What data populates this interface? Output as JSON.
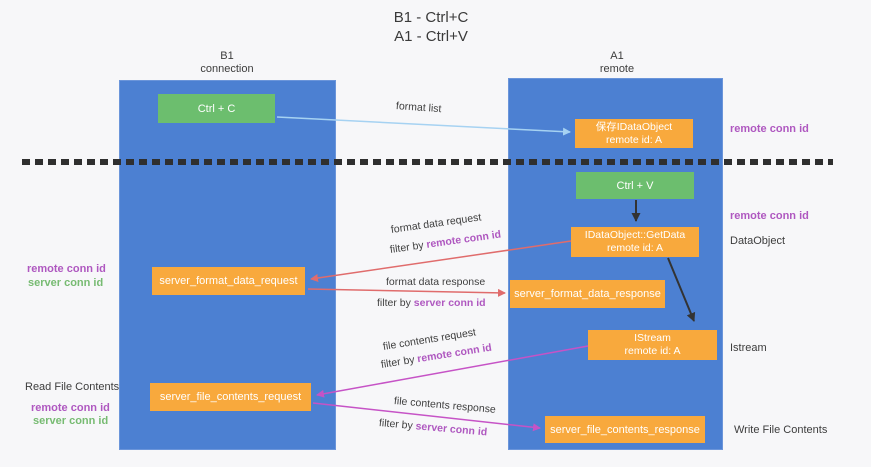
{
  "title": {
    "line1": "B1 - Ctrl+C",
    "line2": "A1 - Ctrl+V"
  },
  "lifelines": {
    "b1": {
      "name": "B1",
      "role": "connection"
    },
    "a1": {
      "name": "A1",
      "role": "remote"
    }
  },
  "nodes": {
    "ctrl_c": {
      "label": "Ctrl + C"
    },
    "ctrl_v": {
      "label": "Ctrl + V"
    },
    "save_dataobject": {
      "line1": "保存IDataObject",
      "line2": "remote id: A"
    },
    "getdata": {
      "line1": "IDataObject::GetData",
      "line2": "remote id: A"
    },
    "istream": {
      "line1": "IStream",
      "line2": "remote id: A"
    },
    "server_format_data_request": {
      "label": "server_format_data_request"
    },
    "server_format_data_response": {
      "label": "server_format_data_response"
    },
    "server_file_contents_request": {
      "label": "server_file_contents_request"
    },
    "server_file_contents_response": {
      "label": "server_file_contents_response"
    }
  },
  "messages": {
    "format_list": {
      "label": "format list"
    },
    "format_data_request": {
      "label": "format data request",
      "filter_prefix": "filter by ",
      "filter_key": "remote conn id"
    },
    "format_data_response": {
      "label": "format data response",
      "filter_prefix": "filter by ",
      "filter_key": "server conn id"
    },
    "file_contents_request": {
      "label": "file contents request",
      "filter_prefix": "filter by ",
      "filter_key": "remote conn id"
    },
    "file_contents_response": {
      "label": "file contents response",
      "filter_prefix": "filter by ",
      "filter_key": "server conn id"
    }
  },
  "annotations": {
    "right": {
      "remote_conn_id_top": "remote conn id",
      "remote_conn_id_mid": "remote conn id",
      "dataobject": "DataObject",
      "istream": "Istream",
      "write_file_contents": "Write File Contents"
    },
    "left": {
      "remote_conn_id_mid": "remote conn id",
      "server_conn_id_mid": "server conn id",
      "read_file_contents": "Read File Contents",
      "remote_conn_id_bottom": "remote conn id",
      "server_conn_id_bottom": "server conn id"
    }
  },
  "colors": {
    "lifeline_blue": "#4c80d2",
    "action_green": "#6cbe6e",
    "message_orange": "#f8a93d",
    "format_arrow_red": "#e06c6c",
    "file_arrow_magenta": "#c653c6",
    "format_list_arrow_blue": "#a6d2f2",
    "remote_conn_purple": "#af58c0",
    "server_conn_green": "#77bb72"
  }
}
